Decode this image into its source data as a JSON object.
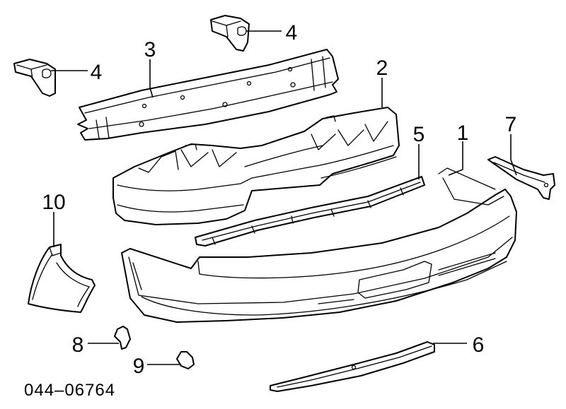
{
  "callouts": [
    {
      "id": "1",
      "label": "1"
    },
    {
      "id": "2",
      "label": "2"
    },
    {
      "id": "3",
      "label": "3"
    },
    {
      "id": "4a",
      "label": "4"
    },
    {
      "id": "4b",
      "label": "4"
    },
    {
      "id": "5",
      "label": "5"
    },
    {
      "id": "6",
      "label": "6"
    },
    {
      "id": "7",
      "label": "7"
    },
    {
      "id": "8",
      "label": "8"
    },
    {
      "id": "9",
      "label": "9"
    },
    {
      "id": "10",
      "label": "10"
    }
  ],
  "reference_code": "044–06764",
  "colors": {
    "line": "#000000",
    "background": "#ffffff"
  }
}
